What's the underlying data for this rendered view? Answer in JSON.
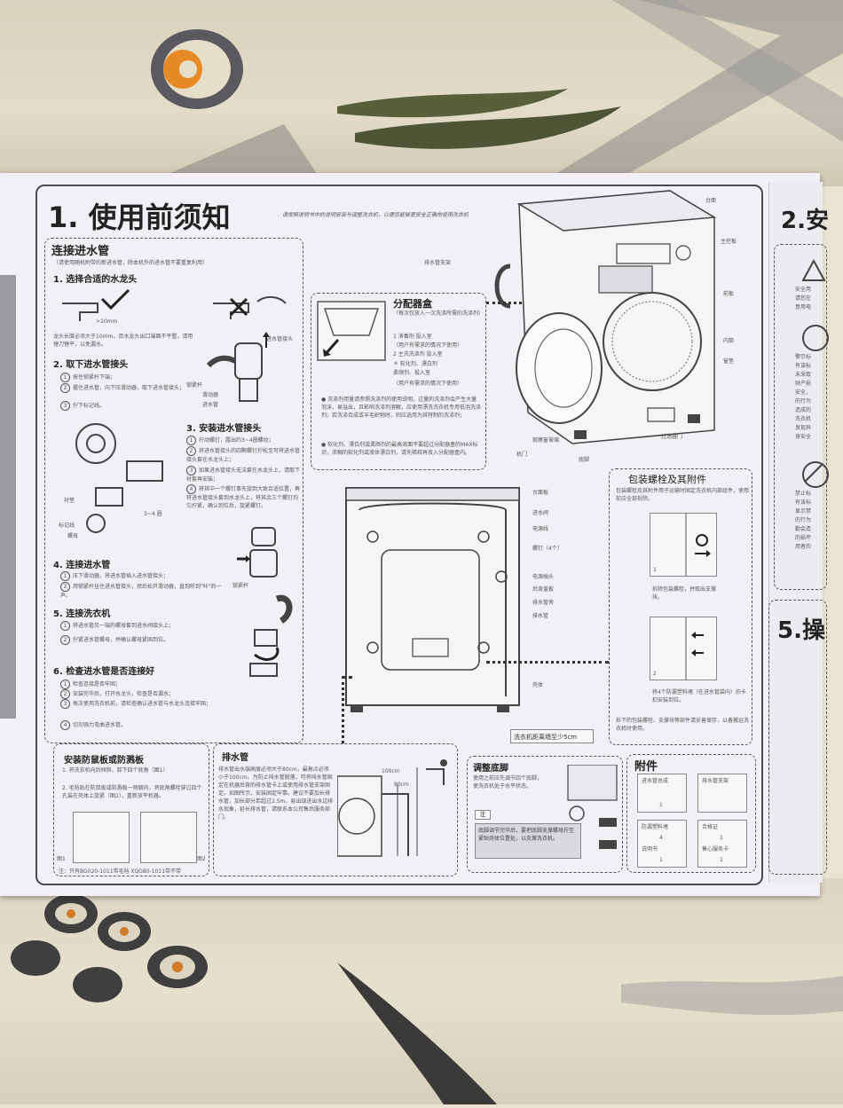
{
  "doc": {
    "title": "1. 使用前须知",
    "intro": "请按照说明书中的说明安装与调整洗衣机，以便您能够更安全正确地使用洗衣机",
    "next_section_title": "2.安",
    "next_section2_title": "5.操"
  },
  "inlet": {
    "title": "连接进水管",
    "subtitle": "（请使用随机附带的新进水管，除本机外的进水管不要重复利用）",
    "step1": "1. 选择合适的水龙头",
    "mm_label": ">10mm",
    "step1_note": "龙头长度必须大于10mm，否水龙头出口端面不平整，请用锉刀锉平，以免漏水。",
    "step2": "2. 取下进水管接头",
    "step2_items": [
      "按住锁紧杆下端；",
      "握住进水管，向下压滑动器，取下进水管接头；",
      "拧下标记线。"
    ],
    "step2_labels": [
      "进水管接头",
      "锁紧杆",
      "滑动器",
      "进水管"
    ],
    "step3": "3. 安装进水管接头",
    "step3_items": [
      "拧动螺钉，露出约3~4圈螺纹；",
      "将进水管接头的四颗螺钉拧松至可将进水管接头套在水龙头上；",
      "如果进水管接头无法套在水龙头上，请取下衬套再安装；",
      "将其中一个螺钉事先旋到大致合适位置，再将进水管接头套到水龙头上，将其余三个螺钉均匀拧紧，确认到位后，旋紧螺钉。"
    ],
    "step3_labels": [
      "衬垫",
      "标记线",
      "螺母",
      "3~4 圈"
    ],
    "step4": "4. 连接进水管",
    "step4_items": [
      "压下滑动器，将进水管插入进水管接头；",
      "用锁紧杆挂住进水管接头，然后松开滑动器，直到听到\"咔\"的一声。"
    ],
    "step4_label": "锁紧杆",
    "step5": "5. 连接洗衣机",
    "step5_items": [
      "将进水管另一端的螺母套到进水阀接头上；",
      "拧紧进水管螺母，并确认螺母紧固到位。"
    ],
    "step6": "6. 检查进水管是否连接好",
    "step6_items": [
      "检查连接是否牢固；",
      "安装完毕后，打开水龙头，检查是否漏水；",
      "每次使用洗衣机前，请检查确认进水管与水龙头连接牢固；",
      "切勿强力弯曲进水管。"
    ]
  },
  "dispenser": {
    "title": "分配器盒",
    "subtitle": "（每次仅放入一次洗涤所需的洗涤剂）",
    "items": [
      "1  消毒剂       投入室",
      "（用户有需求的情况下使用）",
      "2  主洗洗涤剂   投入室",
      "＊ 软化剂、漂白剂",
      "    柔顺剂、投入室",
      "（用户有需求的情况下使用）"
    ],
    "notes": [
      "洗涤剂用量请参照洗涤剂的使用说明，过量的洗涤剂会产生大量泡沫，易溢出，且影响洗涤剂溶解，应使用漂洗洗衣机专用低泡洗涤剂；若洗涤合成或羊毛织物时，则应选用为其特制的洗涤剂；",
      "软化剂、漂白剂或柔顺剂的最高液面不要超过分配器盒的MAX标识，浓稠的软化剂或液体漂白剂，请先稀释再放入分配器盒内。"
    ]
  },
  "front_labels": {
    "top_panel": "台面",
    "control_panel": "主控板",
    "front_panel": "前板",
    "inner_drum": "内筒",
    "seal": "窗垫",
    "drain_bracket": "排水管支架",
    "door": "机门",
    "viewing_glass": "观察窗玻璃",
    "base": "底脚",
    "filter_door": "过滤器门"
  },
  "back_labels": {
    "top_back": "台面板",
    "inlet_valve": "进水阀",
    "power_cord": "电源线",
    "screws": "螺钉（4个）",
    "plug": "电源插头",
    "rear_panel": "后背盖板",
    "drain_clip": "排水管夹",
    "drain_pipe": "排水管",
    "cabinet": "壳体",
    "distance": "洗衣机距离墙至少5cm"
  },
  "bolts": {
    "title": "包装螺栓及其附件",
    "desc": "包装螺栓及其附件用于运输时固定洗衣机内部组件，使用前应全部拆除。",
    "fig1": "1",
    "fig2": "2",
    "step1": "拆除包装螺栓，并取出支撑块。",
    "step2": "将4个防漏塑料堵（在进水管袋内）的卡扣安装到位。",
    "note": "拆下的包装螺栓、支撑块等部件请妥善保存，以备搬运洗衣机时使用。"
  },
  "rodent": {
    "title": "安装防鼠板或防溅板",
    "items": [
      "1. 将洗衣机向后倾斜，卸下四个底角（图1）",
      "2. 毛毡贴在防鼠板或防溅板一侧朝内，将底角螺栓穿过四个孔装在壳体上旋紧（图2），重新放平机器。"
    ],
    "fig1": "图1",
    "fig2": "图2",
    "note": "注：只有BG020-1011带毛毡 XQG80-1011带不带"
  },
  "drain": {
    "title": "排水管",
    "text": "排水管出水端高度必须大于80cm，最高点必须小于100cm。为防止排水管脱落，可将排水管固定在机器后背的排水管卡上或使用排水管支架固定。如图所示，安装固定牢靠。建议不要加长排水管，加长部分若超过2.5m，易出现进出水边排水现象，延长排水管，请联系本公司售后服务部门。",
    "h100": "100cm",
    "h80": "80cm"
  },
  "feet": {
    "title": "调整底脚",
    "text": "使用之前应先调节四个底脚，使洗衣机处于水平状态。",
    "note_tag": "注",
    "note": "底脚调节完毕后，要把底脚支撑螺母拧至紧贴壳体位置处，以支撑洗衣机。"
  },
  "accessories": {
    "title": "附件",
    "items": [
      {
        "label": "进水管总成",
        "qty": "1"
      },
      {
        "label": "排水管支架",
        "qty": ""
      },
      {
        "label": "防漏塑料堵",
        "qty": "4"
      },
      {
        "label": "说明书",
        "qty": "1"
      },
      {
        "label": "合格证",
        "qty": "1"
      },
      {
        "label": "售心服务卡",
        "qty": "1"
      }
    ]
  },
  "right_column": {
    "lines": [
      "安全用",
      "请您在",
      "意用电",
      "警示标",
      "有该标",
      "未采取",
      "财产损",
      "安全，",
      "的行为",
      "造成的",
      "洗衣机",
      "发现异",
      "身安全",
      "禁止标",
      "有该标",
      "显示禁",
      "的行为",
      "勤会造",
      "的损坏",
      "用者的"
    ]
  }
}
